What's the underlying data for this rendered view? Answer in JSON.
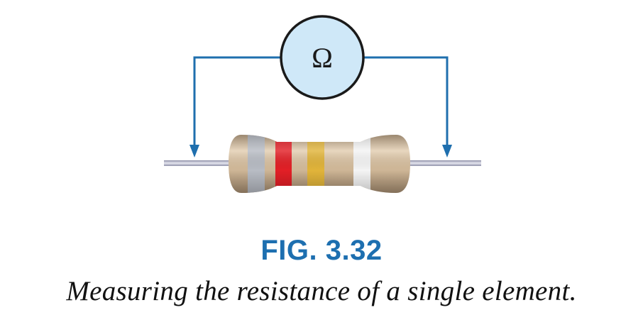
{
  "meter": {
    "symbol": "Ω",
    "face_color": "#cfe8f8",
    "outline_color": "#1a1a1a"
  },
  "wire_color": "#1f6fae",
  "resistor": {
    "body_color": "#d8c1a2",
    "bands": [
      {
        "name": "gray",
        "color": "#b8bcc4"
      },
      {
        "name": "red",
        "color": "#e21f26"
      },
      {
        "name": "gold",
        "color": "#e1b43a"
      },
      {
        "name": "white",
        "color": "#f4f4f4"
      }
    ],
    "lead_color": "#b7b9d0"
  },
  "figure": {
    "label": "FIG. 3.32",
    "caption": "Measuring the resistance of a single element."
  }
}
